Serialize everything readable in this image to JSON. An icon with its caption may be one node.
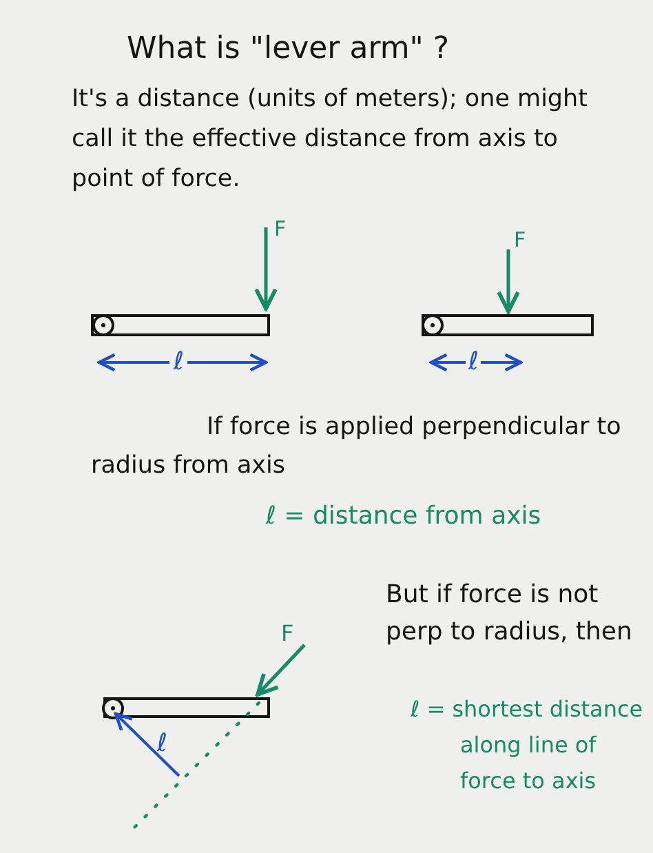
{
  "diagram": {
    "title": "What is \"lever arm\" ?",
    "labels": [
      "It's a distance (units of meters); one might call it the effective distance from axis to point of force.",
      "F",
      "ℓ",
      "F",
      "ℓ",
      "If force is applied perpendicular to radius from axis",
      "ℓ = distance from axis",
      "But if force is not perp to radius, then",
      "F",
      "ℓ",
      "ℓ = shortest distance along line of force to axis"
    ]
  }
}
